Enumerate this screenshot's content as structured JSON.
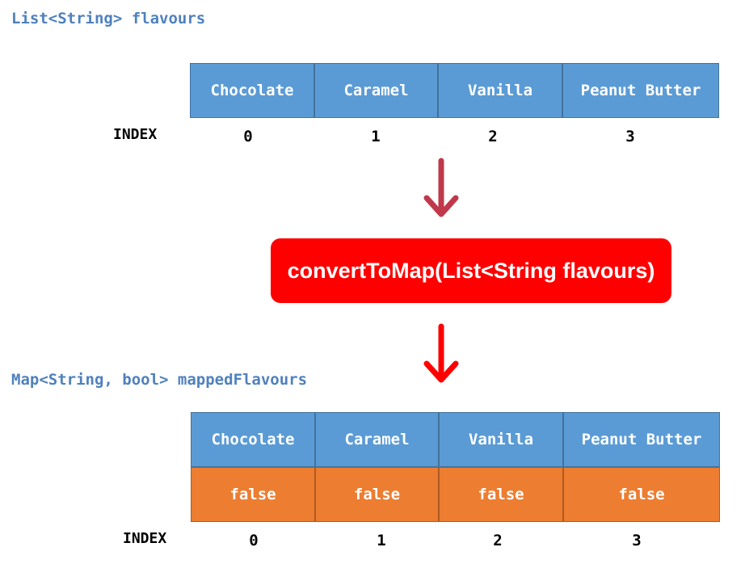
{
  "list_section": {
    "declaration": "List<String> flavours",
    "index_label": "INDEX",
    "items": [
      "Chocolate",
      "Caramel",
      "Vanilla",
      "Peanut Butter"
    ],
    "indices": [
      "0",
      "1",
      "2",
      "3"
    ]
  },
  "function": {
    "label": "convertToMap(List<String flavours)"
  },
  "map_section": {
    "declaration": "Map<String, bool> mappedFlavours",
    "index_label": "INDEX",
    "keys": [
      "Chocolate",
      "Caramel",
      "Vanilla",
      "Peanut Butter"
    ],
    "values": [
      "false",
      "false",
      "false",
      "false"
    ],
    "indices": [
      "0",
      "1",
      "2",
      "3"
    ]
  },
  "colors": {
    "code_text": "#4f81bd",
    "key_cell": "#5b9bd5",
    "value_cell": "#ed7d31",
    "function_box": "#ff0000",
    "arrow_top": "#c0394b",
    "arrow_bottom": "#ff0000"
  },
  "icons": {
    "arrow_top": "down-arrow-icon",
    "arrow_bottom": "down-arrow-icon"
  }
}
